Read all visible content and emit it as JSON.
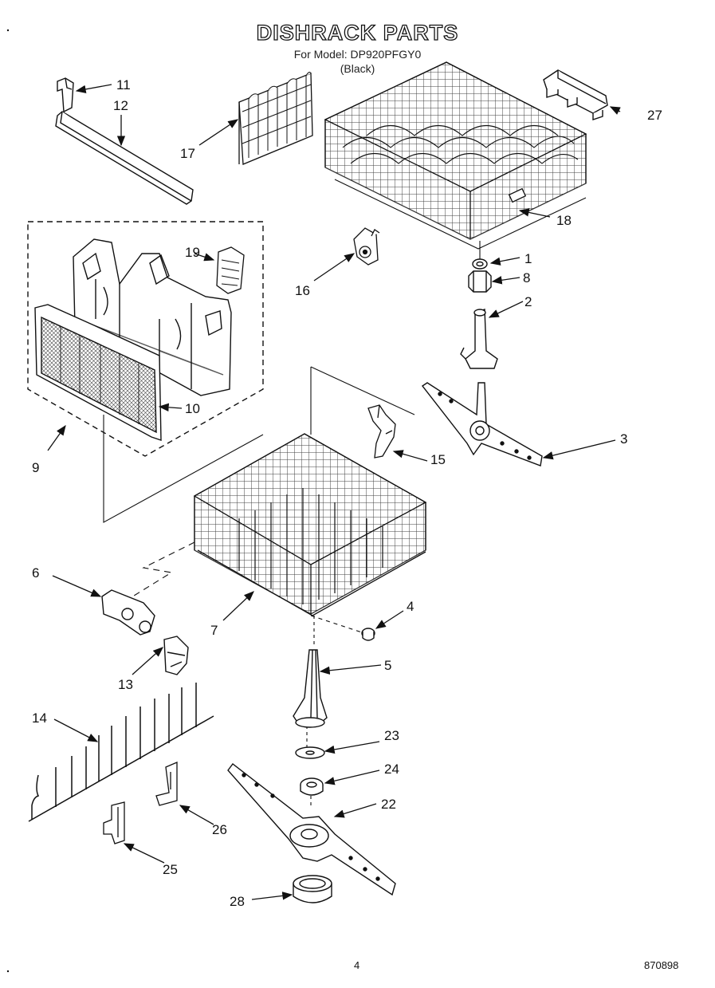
{
  "header": {
    "title": "DISHRACK PARTS",
    "model_line": "For Model: DP920PFGY0",
    "color_line": "(Black)"
  },
  "footer": {
    "page_number": "4",
    "doc_code": "870898"
  },
  "callouts": [
    "1",
    "2",
    "3",
    "4",
    "5",
    "6",
    "7",
    "8",
    "9",
    "10",
    "11",
    "12",
    "13",
    "14",
    "15",
    "16",
    "17",
    "18",
    "19",
    "22",
    "23",
    "24",
    "25",
    "26",
    "27",
    "28"
  ]
}
